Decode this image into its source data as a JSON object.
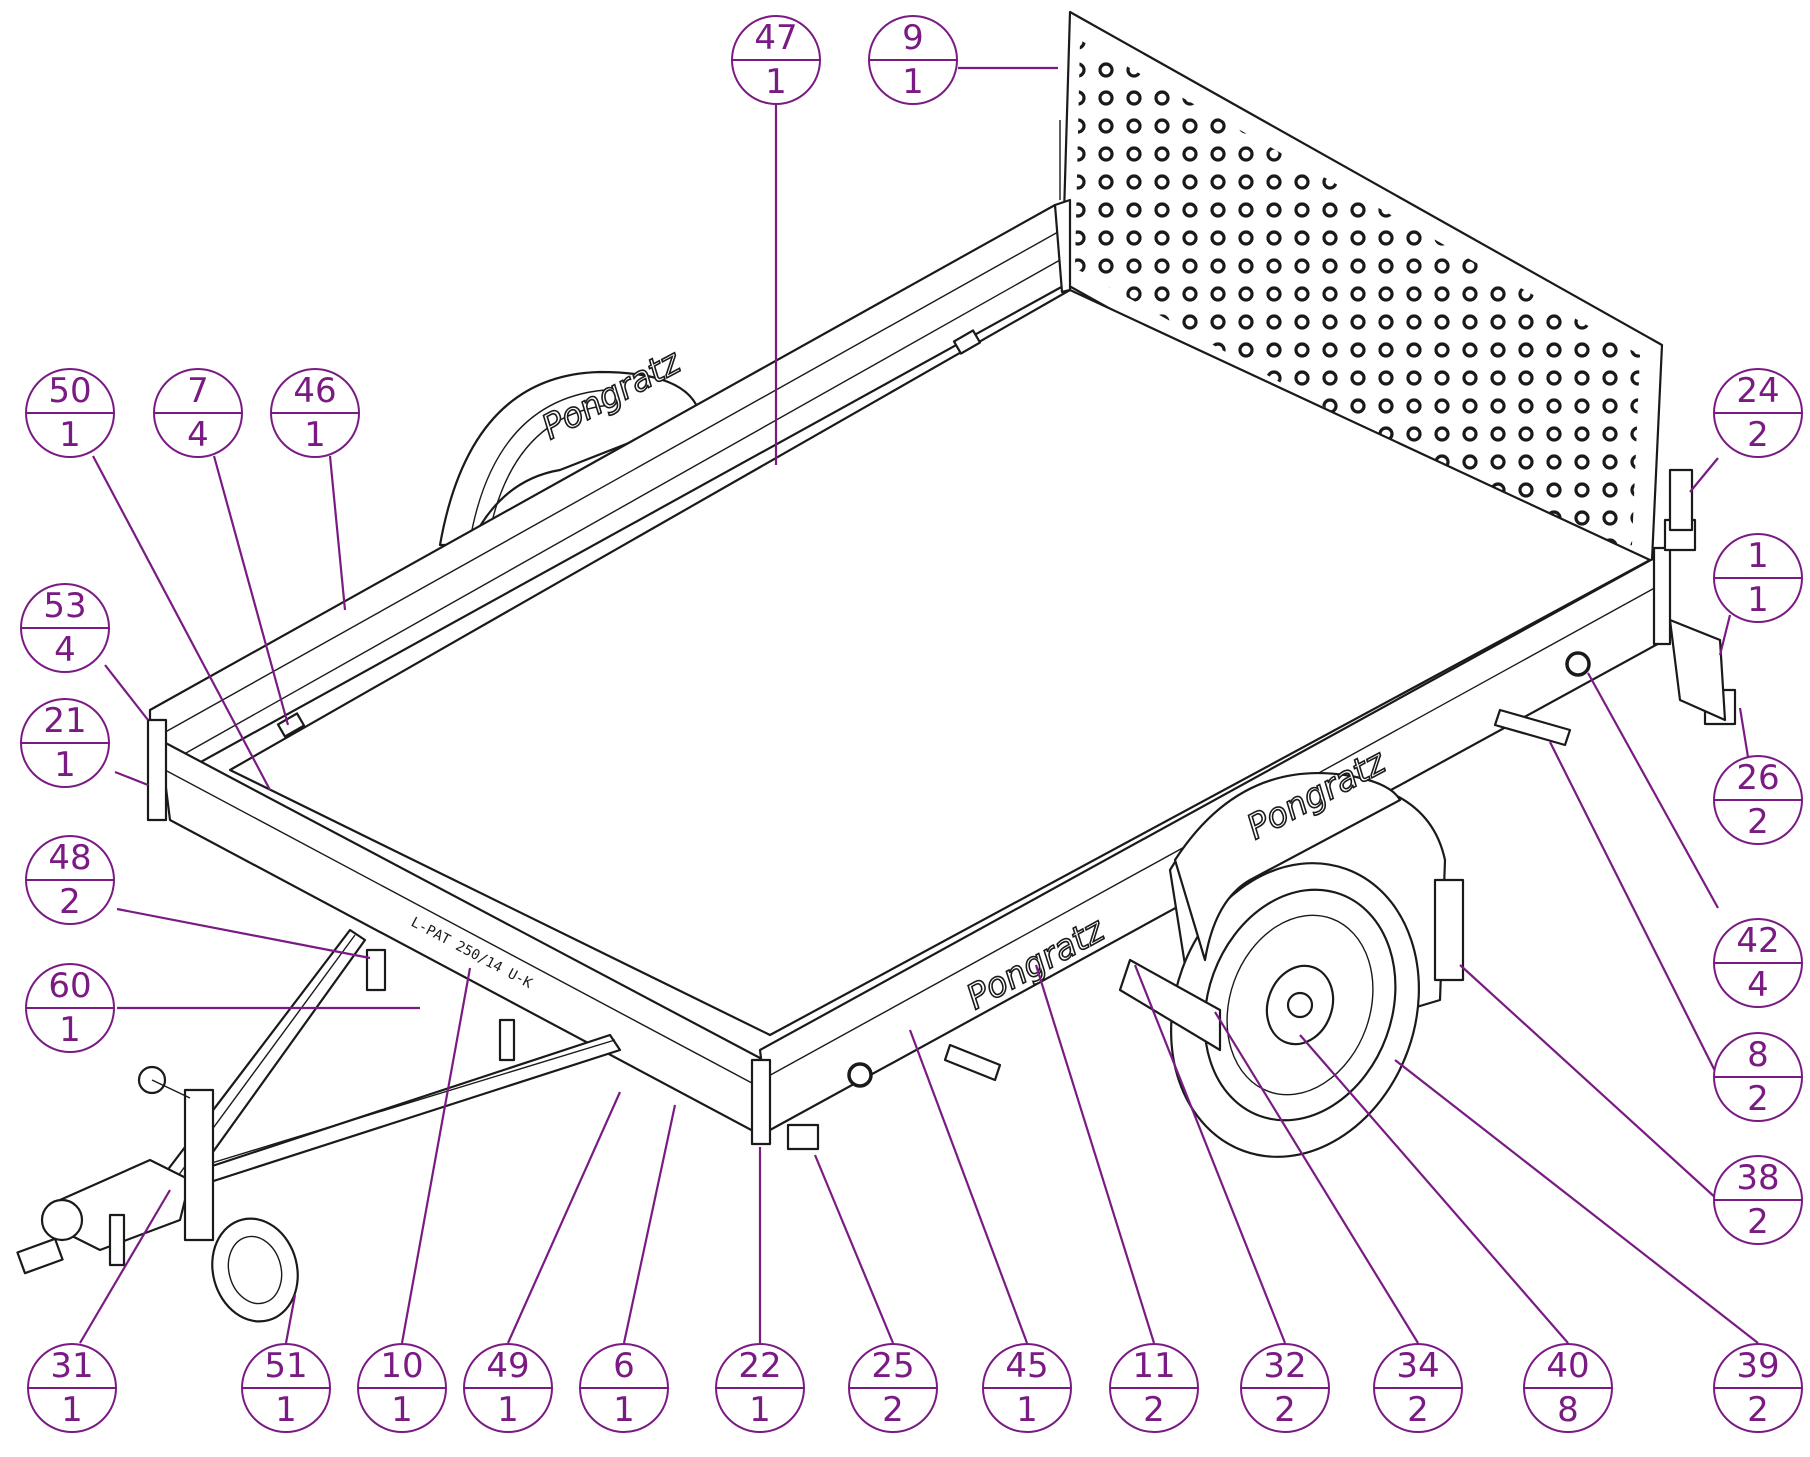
{
  "drawing": {
    "brand_marks": [
      "Pongratz",
      "Pongratz",
      "Pongratz"
    ],
    "model_plate": "L-PAT 250/14 U-K",
    "line_color": "#1a1a1a",
    "callout_color": "#7a1b83"
  },
  "callouts": [
    {
      "item": "47",
      "qty": "1"
    },
    {
      "item": "9",
      "qty": "1"
    },
    {
      "item": "50",
      "qty": "1"
    },
    {
      "item": "7",
      "qty": "4"
    },
    {
      "item": "46",
      "qty": "1"
    },
    {
      "item": "24",
      "qty": "2"
    },
    {
      "item": "53",
      "qty": "4"
    },
    {
      "item": "1",
      "qty": "1"
    },
    {
      "item": "21",
      "qty": "1"
    },
    {
      "item": "26",
      "qty": "2"
    },
    {
      "item": "48",
      "qty": "2"
    },
    {
      "item": "42",
      "qty": "4"
    },
    {
      "item": "60",
      "qty": "1"
    },
    {
      "item": "8",
      "qty": "2"
    },
    {
      "item": "38",
      "qty": "2"
    },
    {
      "item": "31",
      "qty": "1"
    },
    {
      "item": "51",
      "qty": "1"
    },
    {
      "item": "10",
      "qty": "1"
    },
    {
      "item": "49",
      "qty": "1"
    },
    {
      "item": "6",
      "qty": "1"
    },
    {
      "item": "22",
      "qty": "1"
    },
    {
      "item": "25",
      "qty": "2"
    },
    {
      "item": "45",
      "qty": "1"
    },
    {
      "item": "11",
      "qty": "2"
    },
    {
      "item": "32",
      "qty": "2"
    },
    {
      "item": "34",
      "qty": "2"
    },
    {
      "item": "40",
      "qty": "8"
    },
    {
      "item": "39",
      "qty": "2"
    }
  ]
}
